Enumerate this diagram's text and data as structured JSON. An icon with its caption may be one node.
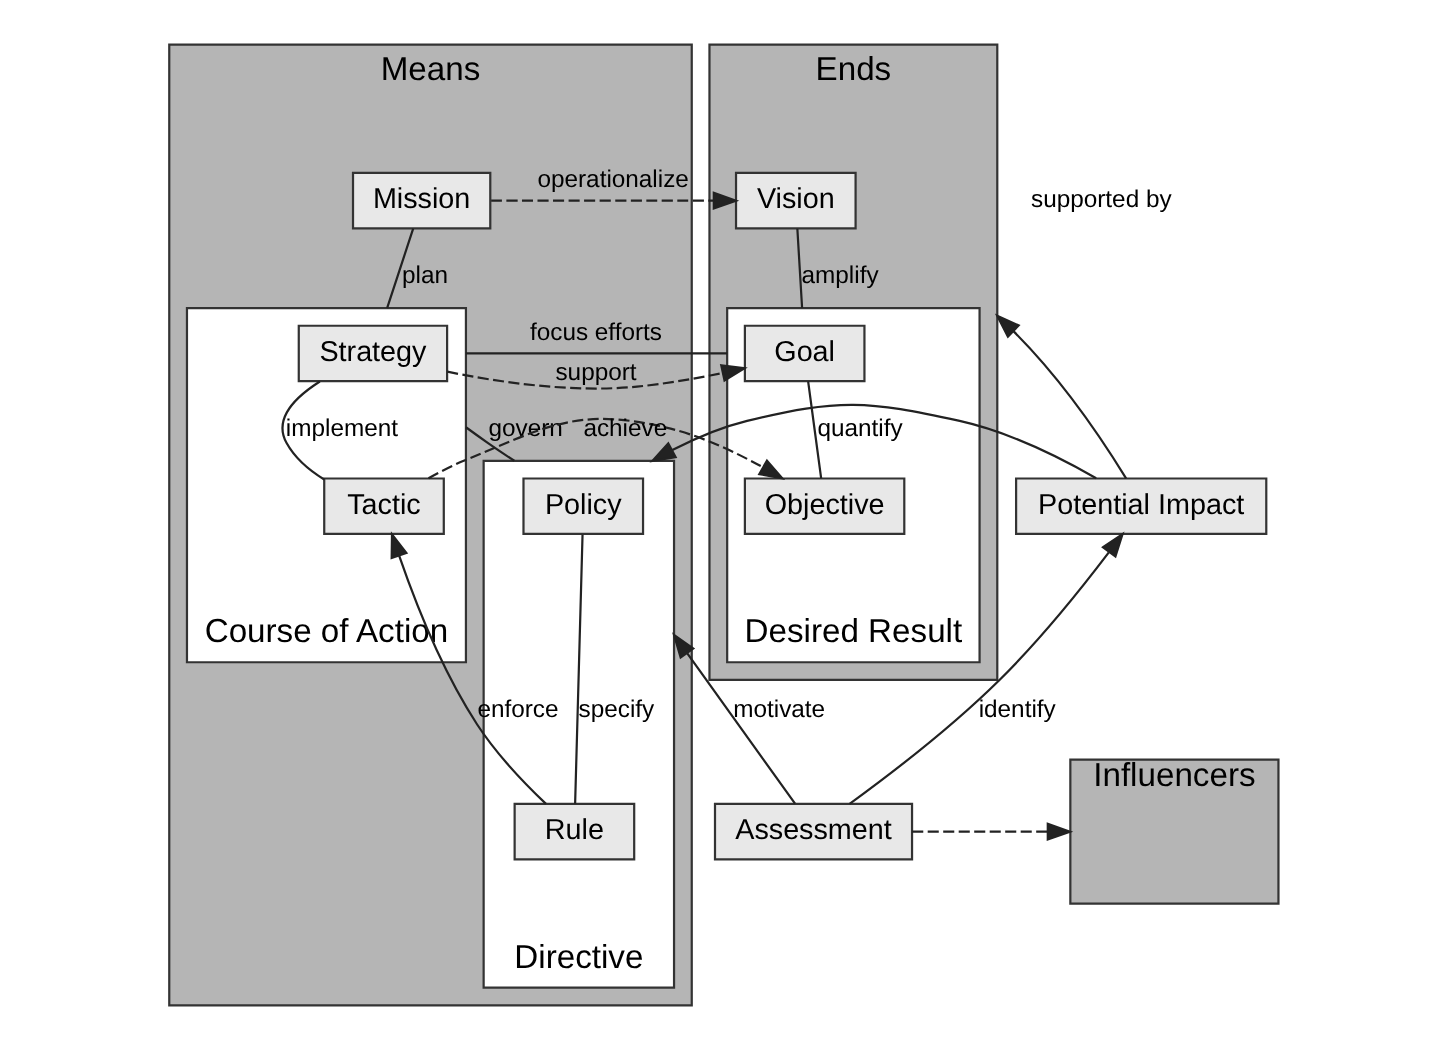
{
  "diagram": {
    "nodes": [
      {
        "text": [
          "Means"
        ]
      },
      {
        "text": [
          "Mission"
        ],
        "in": 0
      },
      {
        "text": [
          "Course of Action"
        ],
        "in": 0
      },
      {
        "text": [
          "Strategy"
        ],
        "in": 2
      },
      {
        "text": [
          "Tactic"
        ],
        "in": 2
      },
      {
        "text": [
          "Directive"
        ],
        "in": 0
      },
      {
        "text": [
          "Policy"
        ],
        "in": 5
      },
      {
        "text": [
          "Rule"
        ],
        "in": 5
      },
      {
        "text": [
          "Ends"
        ]
      },
      {
        "text": [
          "Vision"
        ],
        "in": 8
      },
      {
        "text": [
          "Desired Result"
        ],
        "in": 8
      },
      {
        "text": [
          "Goal"
        ],
        "in": 10
      },
      {
        "text": [
          "Objective"
        ],
        "in": 10
      },
      {
        "text": [
          "Potential Impact"
        ]
      },
      {
        "text": [
          "Assessment"
        ]
      },
      {
        "text": [
          "Influencers"
        ]
      }
    ],
    "edges": [
      {
        "from": 1,
        "to": 9,
        "arrow": "to",
        "label": "operationalize",
        "style": "dashed"
      },
      {
        "from": 1,
        "to": 2,
        "arrow": "none",
        "label": "plan"
      },
      {
        "from": 9,
        "to": 10,
        "arrow": "none",
        "label": "amplify"
      },
      {
        "from": 3,
        "to": 11,
        "arrow": "to",
        "label": "support",
        "style": "dashed"
      },
      {
        "from": 3,
        "to": 4,
        "arrow": "none",
        "label": "implement"
      },
      {
        "from": 11,
        "to": 12,
        "arrow": "none",
        "label": "quantify"
      },
      {
        "from": 4,
        "to": 12,
        "arrow": "to",
        "label": "achieve",
        "style": "dashed"
      },
      {
        "from": 2,
        "to": 10,
        "arrow": "none",
        "label": "focus efforts"
      },
      {
        "from": 2,
        "to": 5,
        "arrow": "none",
        "label": "govern"
      },
      {
        "from": 6,
        "to": 7,
        "arrow": "none",
        "label": "specify"
      },
      {
        "from": 7,
        "to": 4,
        "arrow": "to",
        "label": "enforce"
      },
      {
        "from": 13,
        "to": 5,
        "arrow": "to"
      },
      {
        "from": 13,
        "to": 8,
        "arrow": "to"
      },
      {
        "from": 14,
        "to": 13,
        "arrow": "to",
        "label": "identify"
      },
      {
        "from": 14,
        "to": 5,
        "arrow": "to",
        "label": "motivate"
      },
      {
        "from": 14,
        "to": 15,
        "arrow": "to",
        "style": "dashed"
      }
    ],
    "labels": [
      "supported by"
    ]
  }
}
